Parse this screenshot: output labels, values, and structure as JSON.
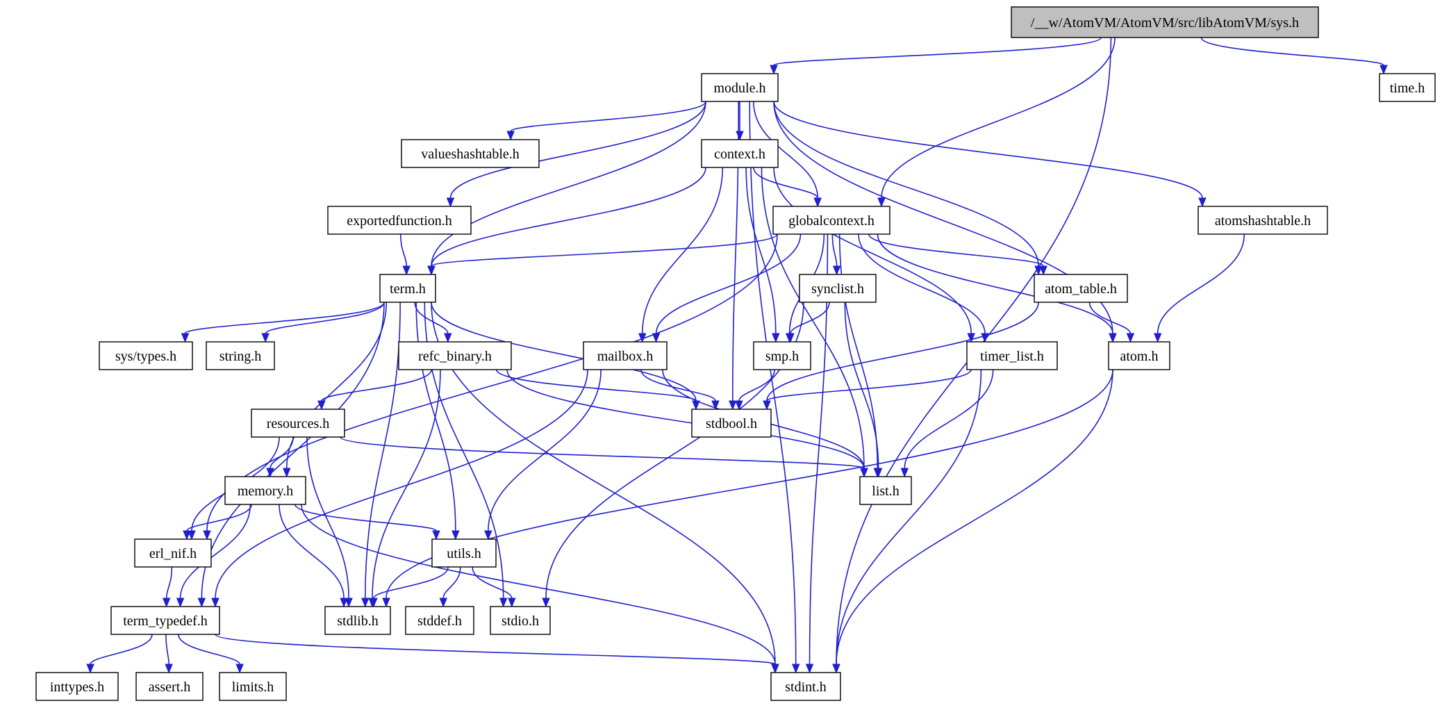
{
  "diagram": {
    "root": "/__w/AtomVM/AtomVM/src/libAtomVM/sys.h",
    "nodes": [
      {
        "id": "sys",
        "label": "/__w/AtomVM/AtomVM/src/libAtomVM/sys.h",
        "root": true
      },
      {
        "id": "module",
        "label": "module.h"
      },
      {
        "id": "time",
        "label": "time.h"
      },
      {
        "id": "valueshashtable",
        "label": "valueshashtable.h"
      },
      {
        "id": "context",
        "label": "context.h"
      },
      {
        "id": "exportedfunction",
        "label": "exportedfunction.h"
      },
      {
        "id": "globalcontext",
        "label": "globalcontext.h"
      },
      {
        "id": "atomshashtable",
        "label": "atomshashtable.h"
      },
      {
        "id": "term",
        "label": "term.h"
      },
      {
        "id": "synclist",
        "label": "synclist.h"
      },
      {
        "id": "atom_table",
        "label": "atom_table.h"
      },
      {
        "id": "systypes",
        "label": "sys/types.h"
      },
      {
        "id": "string",
        "label": "string.h"
      },
      {
        "id": "refc_binary",
        "label": "refc_binary.h"
      },
      {
        "id": "mailbox",
        "label": "mailbox.h"
      },
      {
        "id": "smp",
        "label": "smp.h"
      },
      {
        "id": "timer_list",
        "label": "timer_list.h"
      },
      {
        "id": "atom",
        "label": "atom.h"
      },
      {
        "id": "resources",
        "label": "resources.h"
      },
      {
        "id": "stdbool",
        "label": "stdbool.h"
      },
      {
        "id": "memory",
        "label": "memory.h"
      },
      {
        "id": "list",
        "label": "list.h"
      },
      {
        "id": "erl_nif",
        "label": "erl_nif.h"
      },
      {
        "id": "utils",
        "label": "utils.h"
      },
      {
        "id": "term_typedef",
        "label": "term_typedef.h"
      },
      {
        "id": "stdlib",
        "label": "stdlib.h"
      },
      {
        "id": "stddef",
        "label": "stddef.h"
      },
      {
        "id": "stdio",
        "label": "stdio.h"
      },
      {
        "id": "inttypes",
        "label": "inttypes.h"
      },
      {
        "id": "assert",
        "label": "assert.h"
      },
      {
        "id": "limits",
        "label": "limits.h"
      },
      {
        "id": "stdint",
        "label": "stdint.h"
      }
    ],
    "edges": [
      [
        "sys",
        "module"
      ],
      [
        "sys",
        "time"
      ],
      [
        "sys",
        "globalcontext"
      ],
      [
        "sys",
        "stdint"
      ],
      [
        "module",
        "valueshashtable"
      ],
      [
        "module",
        "context"
      ],
      [
        "module",
        "exportedfunction"
      ],
      [
        "module",
        "globalcontext"
      ],
      [
        "module",
        "atomshashtable"
      ],
      [
        "module",
        "term"
      ],
      [
        "module",
        "atom_table"
      ],
      [
        "module",
        "atom"
      ],
      [
        "module",
        "stdbool"
      ],
      [
        "module",
        "stdint"
      ],
      [
        "context",
        "globalcontext"
      ],
      [
        "context",
        "term"
      ],
      [
        "context",
        "mailbox"
      ],
      [
        "context",
        "smp"
      ],
      [
        "context",
        "timer_list"
      ],
      [
        "context",
        "list"
      ],
      [
        "exportedfunction",
        "term"
      ],
      [
        "globalcontext",
        "term"
      ],
      [
        "globalcontext",
        "synclist"
      ],
      [
        "globalcontext",
        "atom_table"
      ],
      [
        "globalcontext",
        "mailbox"
      ],
      [
        "globalcontext",
        "smp"
      ],
      [
        "globalcontext",
        "timer_list"
      ],
      [
        "globalcontext",
        "atom"
      ],
      [
        "globalcontext",
        "list"
      ],
      [
        "globalcontext",
        "erl_nif"
      ],
      [
        "globalcontext",
        "stdint"
      ],
      [
        "atomshashtable",
        "atom"
      ],
      [
        "term",
        "systypes"
      ],
      [
        "term",
        "string"
      ],
      [
        "term",
        "refc_binary"
      ],
      [
        "term",
        "memory"
      ],
      [
        "term",
        "utils"
      ],
      [
        "term",
        "stdlib"
      ],
      [
        "term",
        "stdio"
      ],
      [
        "term",
        "stdbool"
      ],
      [
        "term",
        "stdint"
      ],
      [
        "term",
        "term_typedef"
      ],
      [
        "synclist",
        "smp"
      ],
      [
        "synclist",
        "list"
      ],
      [
        "synclist",
        "stdio"
      ],
      [
        "atom_table",
        "atom"
      ],
      [
        "atom_table",
        "stdbool"
      ],
      [
        "refc_binary",
        "resources"
      ],
      [
        "refc_binary",
        "stdbool"
      ],
      [
        "refc_binary",
        "list"
      ],
      [
        "refc_binary",
        "stdlib"
      ],
      [
        "mailbox",
        "stdbool"
      ],
      [
        "mailbox",
        "list"
      ],
      [
        "mailbox",
        "utils"
      ],
      [
        "mailbox",
        "term_typedef"
      ],
      [
        "smp",
        "stdbool"
      ],
      [
        "timer_list",
        "stdbool"
      ],
      [
        "timer_list",
        "list"
      ],
      [
        "timer_list",
        "stdint"
      ],
      [
        "atom",
        "stdlib"
      ],
      [
        "atom",
        "stdint"
      ],
      [
        "resources",
        "memory"
      ],
      [
        "resources",
        "erl_nif"
      ],
      [
        "resources",
        "list"
      ],
      [
        "resources",
        "stdlib"
      ],
      [
        "memory",
        "erl_nif"
      ],
      [
        "memory",
        "utils"
      ],
      [
        "memory",
        "term_typedef"
      ],
      [
        "memory",
        "stdlib"
      ],
      [
        "memory",
        "stdint"
      ],
      [
        "erl_nif",
        "term_typedef"
      ],
      [
        "utils",
        "stdlib"
      ],
      [
        "utils",
        "stddef"
      ],
      [
        "utils",
        "stdio"
      ],
      [
        "term_typedef",
        "inttypes"
      ],
      [
        "term_typedef",
        "assert"
      ],
      [
        "term_typedef",
        "limits"
      ],
      [
        "term_typedef",
        "stdint"
      ]
    ]
  },
  "colors": {
    "edge": "#1f1fcf",
    "root_fill": "#bfbfbf",
    "node_fill": "#ffffff",
    "border": "#000000"
  }
}
